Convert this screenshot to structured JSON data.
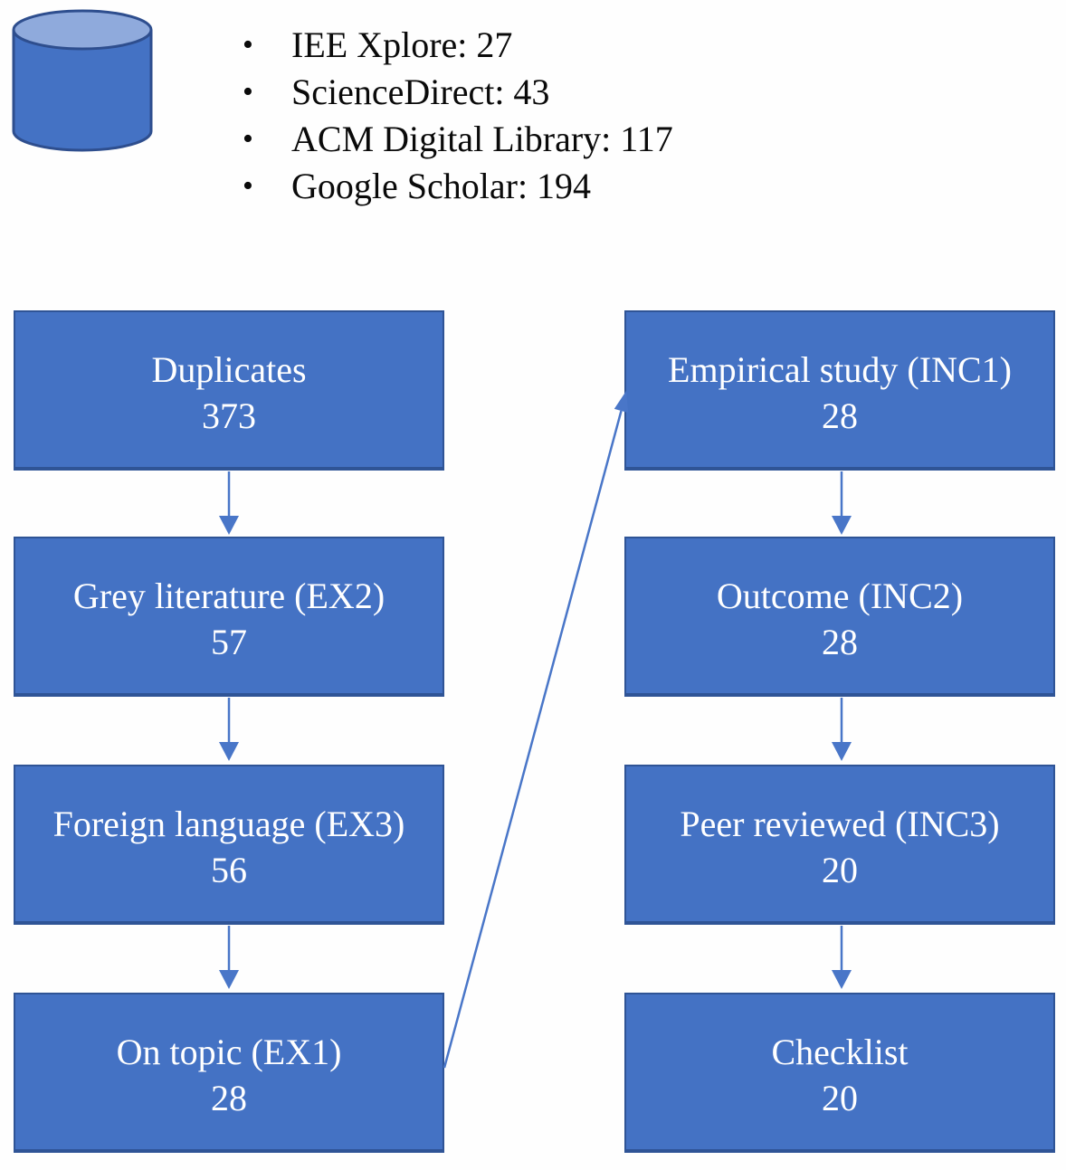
{
  "colors": {
    "box_fill": "#4472C4",
    "box_border": "#2F5496",
    "box_text": "#FFFFFF",
    "cylinder_body": "#4472C4",
    "cylinder_top": "#8FAADC",
    "cylinder_border": "#2E4E8E",
    "arrow": "#4976C8",
    "list_text": "#0A0A0A",
    "background": "#FEFEFE"
  },
  "sources": {
    "bullet": "•",
    "items": [
      {
        "label": "IEE Xplore",
        "count": "27",
        "text": "IEE Xplore: 27"
      },
      {
        "label": "ScienceDirect",
        "count": "43",
        "text": "ScienceDirect: 43"
      },
      {
        "label": "ACM Digital Library",
        "count": "117",
        "text": "ACM Digital Library: 117"
      },
      {
        "label": "Google Scholar",
        "count": "194",
        "text": "Google Scholar: 194"
      }
    ]
  },
  "flow": {
    "left_column": [
      {
        "label": "Duplicates",
        "count": "373"
      },
      {
        "label": "Grey literature (EX2)",
        "count": "57"
      },
      {
        "label": "Foreign language (EX3)",
        "count": "56"
      },
      {
        "label": "On topic (EX1)",
        "count": "28"
      }
    ],
    "right_column": [
      {
        "label": "Empirical study (INC1)",
        "count": "28"
      },
      {
        "label": "Outcome (INC2)",
        "count": "28"
      },
      {
        "label": "Peer reviewed (INC3)",
        "count": "20"
      },
      {
        "label": "Checklist",
        "count": "20"
      }
    ]
  }
}
